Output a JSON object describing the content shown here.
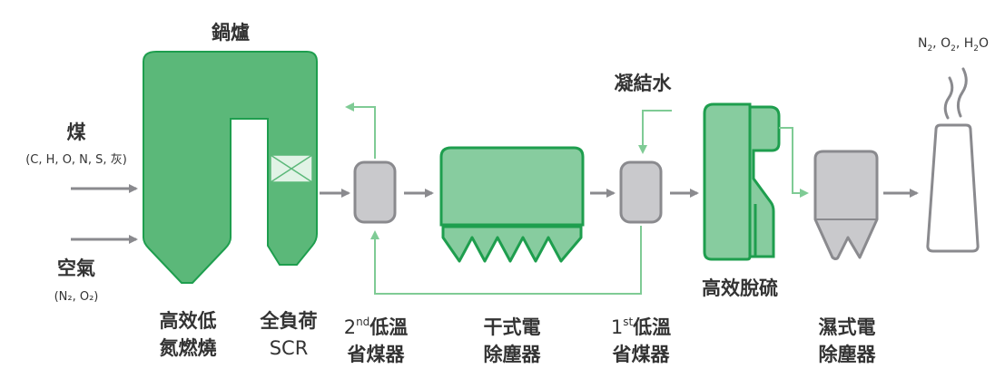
{
  "colors": {
    "green_dark": "#1e9e4e",
    "green_fill": "#5bb879",
    "green_light": "#87cc9f",
    "green_line": "#7fcb95",
    "gray_fill": "#c9c9cc",
    "gray_stroke": "#8a8a8e",
    "arrow_gray": "#8a8a8e",
    "text": "#333333"
  },
  "labels": {
    "boiler": "鍋爐",
    "coal": "煤",
    "coal_composition": "(C, H, O, N, S, 灰)",
    "air": "空氣",
    "air_composition": "(N₂, O₂)",
    "burner_line1": "高效低",
    "burner_line2": "氮燃燒",
    "scr_line1": "全負荷",
    "scr_line2": "SCR",
    "eco2_line1_num": "2",
    "eco2_line1_sup": "nd",
    "eco2_line1_text": "低溫",
    "eco2_line2": "省煤器",
    "esp_dry_line1": "干式電",
    "esp_dry_line2": "除塵器",
    "eco1_line1_num": "1",
    "eco1_line1_sup": "st",
    "eco1_line1_text": "低溫",
    "eco1_line2": "省煤器",
    "condensate": "凝結水",
    "fgd": "高效脫硫",
    "esp_wet_line1": "濕式電",
    "esp_wet_line2": "除塵器",
    "stack_n": "N",
    "stack_n_sub": "2",
    "stack_o": ", O",
    "stack_o_sub": "2",
    "stack_h": ", H",
    "stack_h_sub": "2",
    "stack_tail": "O"
  }
}
